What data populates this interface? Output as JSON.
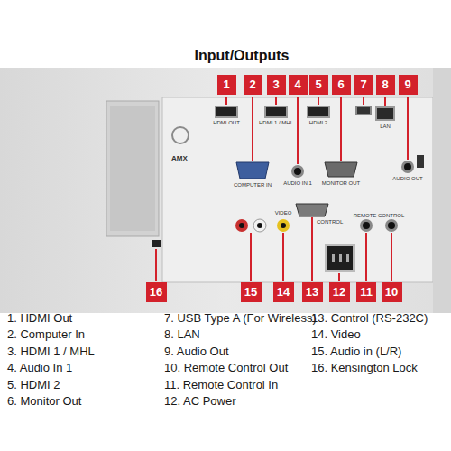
{
  "diagram": {
    "title": "Input/Outputs",
    "nodes": [
      {
        "text": [
          "1"
        ]
      },
      {
        "text": [
          "2"
        ]
      },
      {
        "text": [
          "3"
        ]
      },
      {
        "text": [
          "4"
        ]
      },
      {
        "text": [
          "5"
        ]
      },
      {
        "text": [
          "6"
        ]
      },
      {
        "text": [
          "7"
        ]
      },
      {
        "text": [
          "8"
        ]
      },
      {
        "text": [
          "9"
        ]
      },
      {
        "text": [
          "16"
        ]
      },
      {
        "text": [
          "15"
        ]
      },
      {
        "text": [
          "14"
        ]
      },
      {
        "text": [
          "13"
        ]
      },
      {
        "text": [
          "12"
        ]
      },
      {
        "text": [
          "11"
        ]
      },
      {
        "text": [
          "10"
        ]
      }
    ],
    "labels": [
      "1. HDMI Out",
      "2. Computer In",
      "3. HDMI 1 / MHL",
      "4. Audio In 1",
      "5. HDMI 2",
      "6. Monitor Out",
      "7. USB Type A (For Wireless)",
      "8. LAN",
      "9. Audio Out",
      "10. Remote Control Out",
      "11. Remote Control In",
      "12. AC Power",
      "13. Control (RS-232C)",
      "14. Video",
      "15. Audio in (L/R)",
      "16. Kensington Lock",
      "HDMI OUT",
      "HDMI 1 / MHL",
      "HDMI 2",
      "LAN",
      "COMPUTER IN",
      "AUDIO IN 1",
      "MONITOR OUT",
      "AUDIO OUT",
      "CONTROL",
      "VIDEO",
      "REMOTE CONTROL",
      "AMX"
    ]
  }
}
